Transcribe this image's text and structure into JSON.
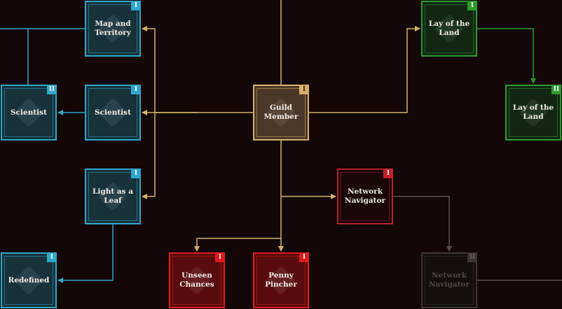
{
  "nodes": {
    "map_and_territory": {
      "label": "Map and Territory",
      "rank": "I"
    },
    "scientist_1": {
      "label": "Scientist",
      "rank": "I"
    },
    "scientist_2": {
      "label": "Scientist",
      "rank": "II"
    },
    "light_as_a_leaf": {
      "label": "Light as a Leaf",
      "rank": "I"
    },
    "redefined": {
      "label": "Redefined",
      "rank": "I"
    },
    "guild_member": {
      "label": "Guild Member",
      "rank": "I"
    },
    "lay_of_the_land_1": {
      "label": "Lay of the Land",
      "rank": "I"
    },
    "lay_of_the_land_2": {
      "label": "Lay of the Land",
      "rank": "II"
    },
    "network_navigator_1": {
      "label": "Network Navigator",
      "rank": "I"
    },
    "network_navigator_2": {
      "label": "Network Navigator",
      "rank": "II"
    },
    "unseen_chances": {
      "label": "Unseen Chances",
      "rank": "I"
    },
    "penny_pincher": {
      "label": "Penny Pincher",
      "rank": "I"
    }
  },
  "colors": {
    "background": "#130708",
    "blue_branch": "#2fa6cc",
    "green_branch": "#2e9a2e",
    "gold_core": "#d6b06a",
    "red_branch": "#e01a1a",
    "locked": "#3e3434"
  }
}
